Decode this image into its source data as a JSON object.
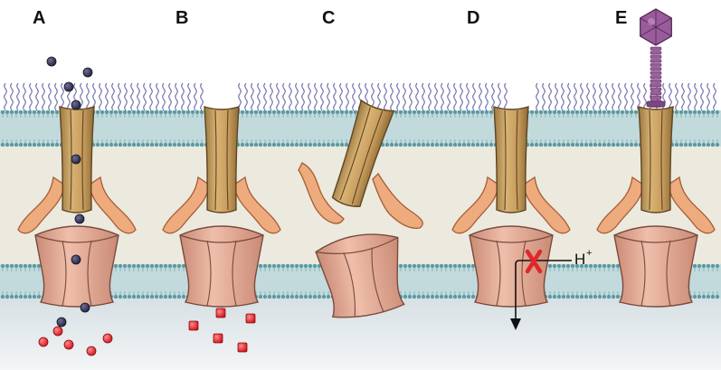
{
  "panels": [
    {
      "label": "A"
    },
    {
      "label": "B"
    },
    {
      "label": "C"
    },
    {
      "label": "D"
    },
    {
      "label": "E"
    }
  ],
  "proton_label": "H",
  "proton_charge": "+",
  "colors": {
    "outer_band": "#bfd7d9",
    "periplasm": "#ece9de",
    "cytoplasm_top": "#d7e0e4",
    "cytoplasm_bottom": "#f3f5f6",
    "lps": "#6b6aa8",
    "lipid_head": "#5a9aa0",
    "tube": "#c9a064",
    "tube_dark": "#8d6b36",
    "flap": "#eeab7e",
    "base": "#e2a48e",
    "base_dark": "#7a4a3e",
    "dna_bead": "#2f2f50",
    "red_ion": "#e21f26",
    "phage": "#9a5b9c",
    "block_x": "#e1262b"
  }
}
